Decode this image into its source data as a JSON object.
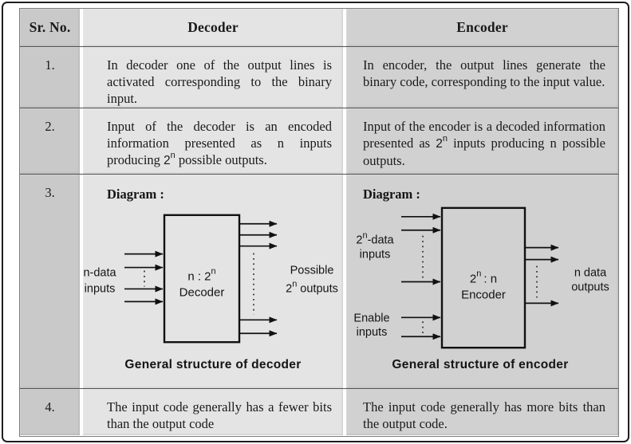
{
  "header": {
    "sr_no": "Sr. No.",
    "decoder": "Decoder",
    "encoder": "Encoder"
  },
  "rows": [
    {
      "no": "1.",
      "decoder": {
        "before": "In decoder one of the output lines is activated corresponding to the binary input.",
        "math_base": "",
        "math_sup": "",
        "after": ""
      },
      "encoder": {
        "before": "In encoder, the output lines generate the binary code, corresponding to the input value.",
        "math_base": "",
        "math_sup": "",
        "after": ""
      }
    },
    {
      "no": "2.",
      "decoder": {
        "before": "Input of the decoder is an encoded information presented as n inputs producing ",
        "math_base": "2",
        "math_sup": "n",
        "after": " possible outputs."
      },
      "encoder": {
        "before": "Input of the encoder is a decoded information presented as ",
        "math_base": "2",
        "math_sup": "n",
        "after": " inputs producing n possible outputs."
      }
    },
    {
      "no": "3."
    },
    {
      "no": "4.",
      "decoder": {
        "before": "The input code generally has a fewer bits than the output code",
        "math_base": "",
        "math_sup": "",
        "after": ""
      },
      "encoder": {
        "before": "The input code generally has more bits than the output code.",
        "math_base": "",
        "math_sup": "",
        "after": ""
      }
    }
  ],
  "diagram_decoder": {
    "heading": "Diagram :",
    "box_base": "n : 2",
    "box_sup": "n",
    "box_line2": "Decoder",
    "input_label": [
      "n-data",
      "inputs"
    ],
    "output_line1": "Possible",
    "output_base": "2",
    "output_sup": "n",
    "output_rest": "outputs",
    "caption": "General structure of decoder"
  },
  "diagram_encoder": {
    "heading": "Diagram :",
    "box_base": "2",
    "box_sup": "n",
    "box_rest": ": n",
    "box_line2": "Encoder",
    "input_base": "2",
    "input_sup": "n",
    "input_rest": "-data",
    "input_line2": "inputs",
    "enable_label": [
      "Enable",
      "inputs"
    ],
    "output_label": [
      "n data",
      "outputs"
    ],
    "caption": "General structure of encoder"
  },
  "colors": {
    "frame_border": "#1f1f1f",
    "srno_column_bg": "#c9c9c9",
    "decoder_column_bg": "#e4e4e4",
    "encoder_column_bg": "#d1d1d1",
    "row_separator": "#545454",
    "diagram_line": "#111111",
    "text": "#1a1a1a"
  }
}
